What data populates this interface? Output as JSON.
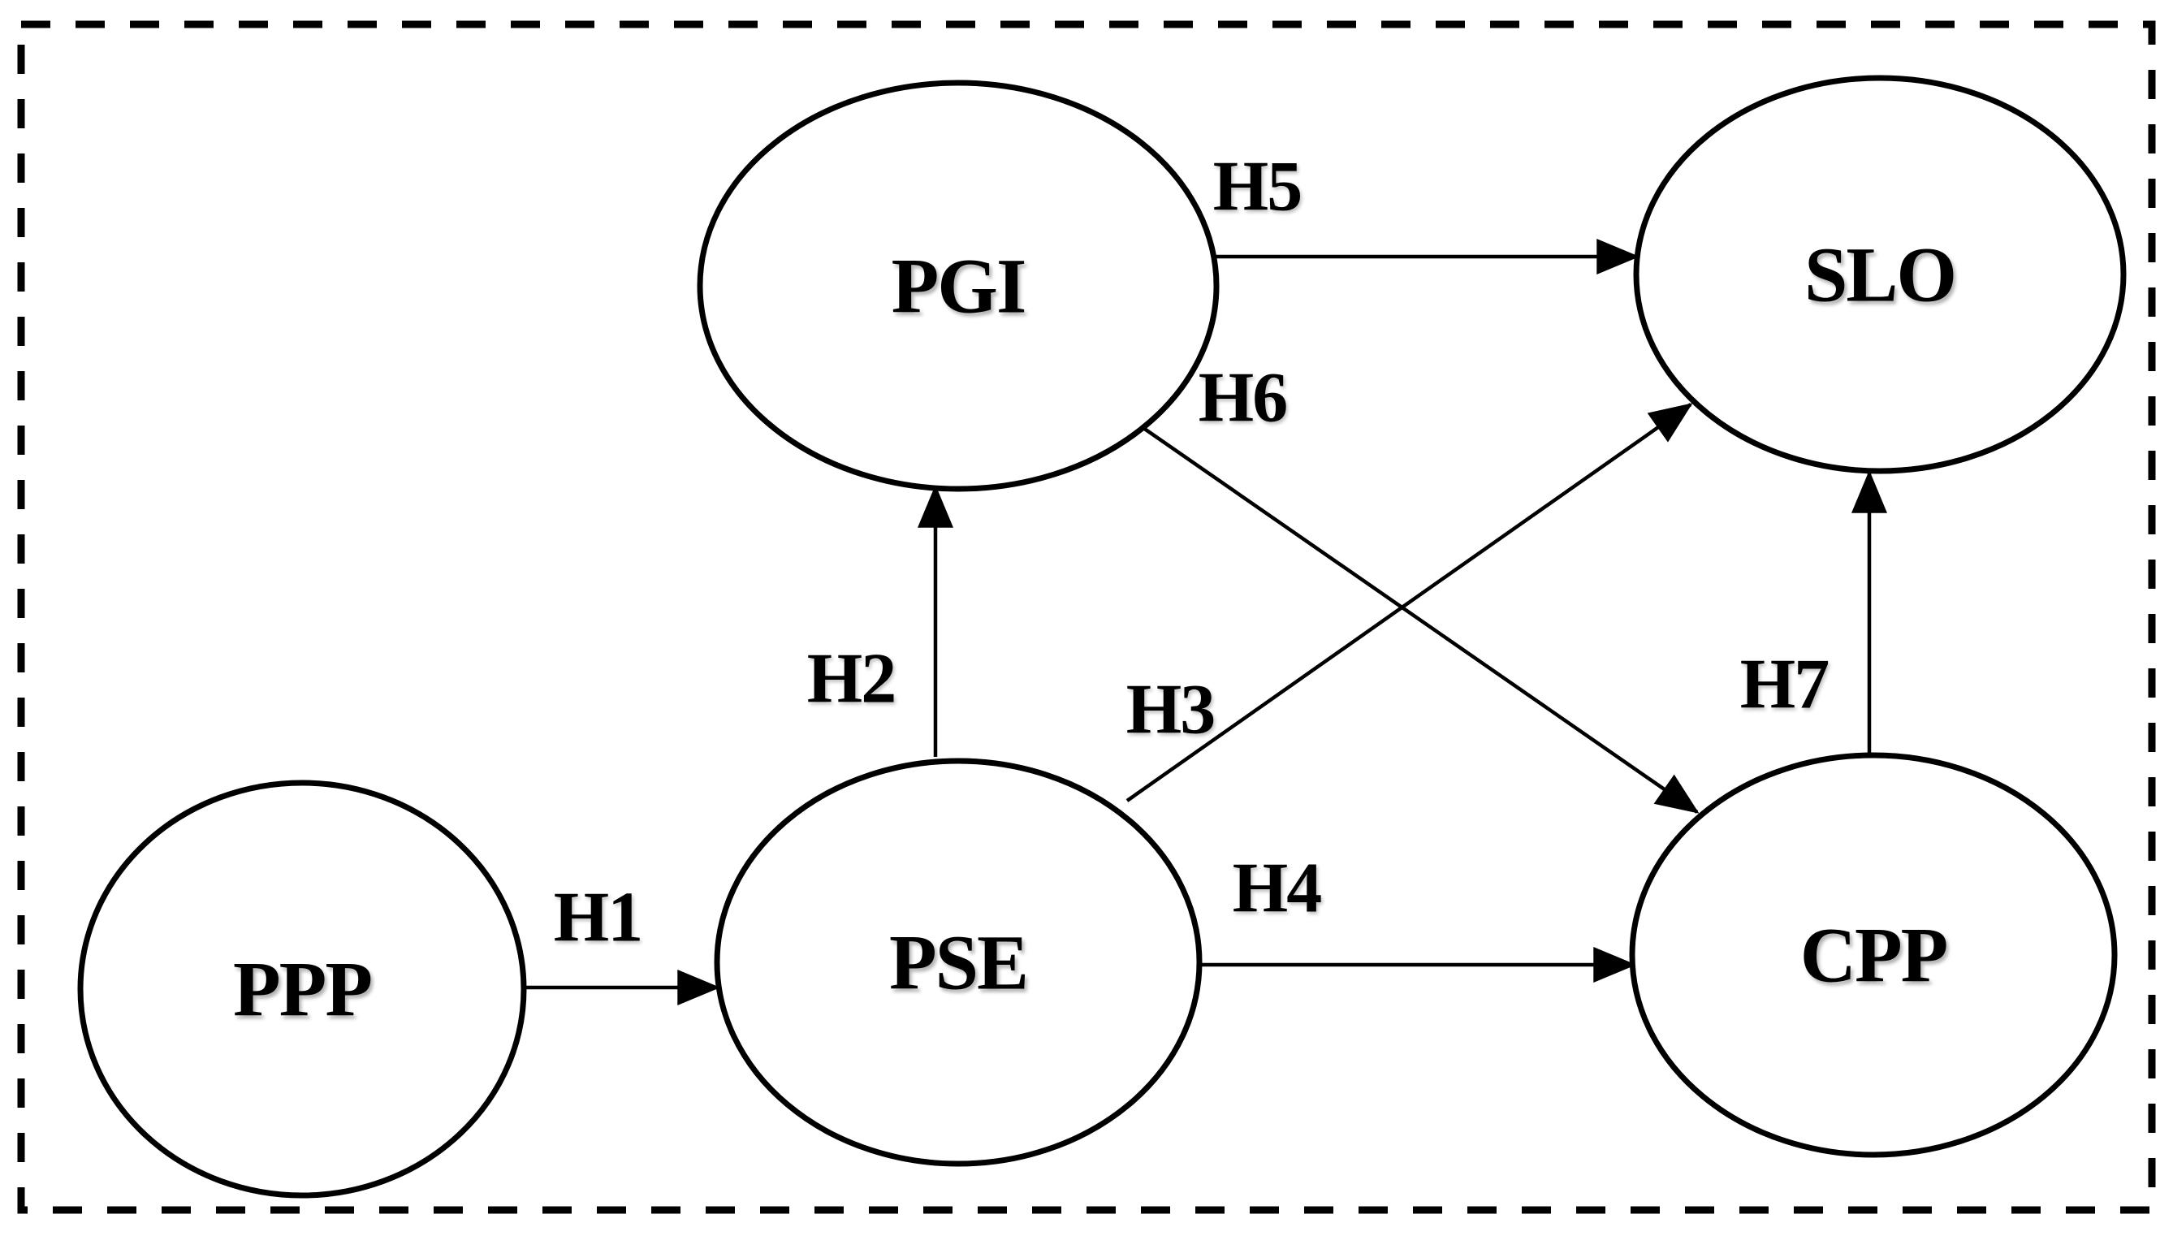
{
  "diagram": {
    "kind": "hypothesis-path-model",
    "background_color": "#ffffff",
    "stroke_color": "#000000",
    "border_style": "dashed",
    "nodes": [
      {
        "id": "PPP",
        "label": "PPP"
      },
      {
        "id": "PSE",
        "label": "PSE"
      },
      {
        "id": "PGI",
        "label": "PGI"
      },
      {
        "id": "SLO",
        "label": "SLO"
      },
      {
        "id": "CPP",
        "label": "CPP"
      }
    ],
    "edges": [
      {
        "id": "H1",
        "label": "H1",
        "from": "PPP",
        "to": "PSE"
      },
      {
        "id": "H2",
        "label": "H2",
        "from": "PSE",
        "to": "PGI"
      },
      {
        "id": "H3",
        "label": "H3",
        "from": "PSE",
        "to": "SLO"
      },
      {
        "id": "H4",
        "label": "H4",
        "from": "PSE",
        "to": "CPP"
      },
      {
        "id": "H5",
        "label": "H5",
        "from": "PGI",
        "to": "SLO"
      },
      {
        "id": "H6",
        "label": "H6",
        "from": "PGI",
        "to": "CPP"
      },
      {
        "id": "H7",
        "label": "H7",
        "from": "CPP",
        "to": "SLO"
      }
    ]
  }
}
